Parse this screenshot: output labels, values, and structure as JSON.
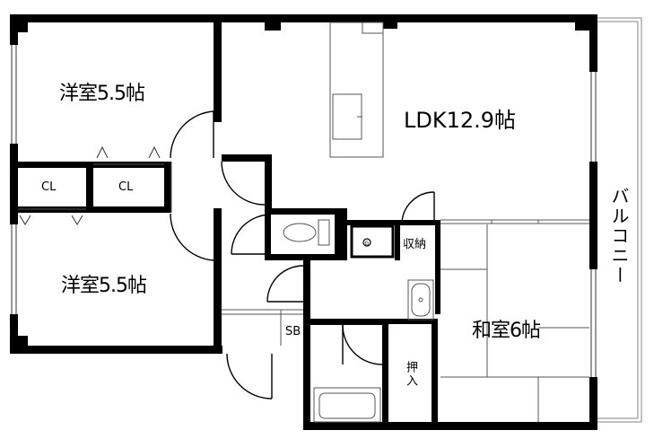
{
  "rooms": {
    "western_room_top": "洋室5.5帖",
    "western_room_bottom": "洋室5.5帖",
    "ldk": "LDK12.9帖",
    "japanese_room": "和室6帖"
  },
  "storage": {
    "closet_left": "CL",
    "closet_right": "CL",
    "storage_ldk": "収納",
    "oshiire": "押入",
    "shoe_box": "SB"
  },
  "balcony": "バルコニー",
  "colors": {
    "wall": "#000000",
    "thin_line": "#555555",
    "balcony_line": "#9a9a9a",
    "background": "#ffffff"
  }
}
